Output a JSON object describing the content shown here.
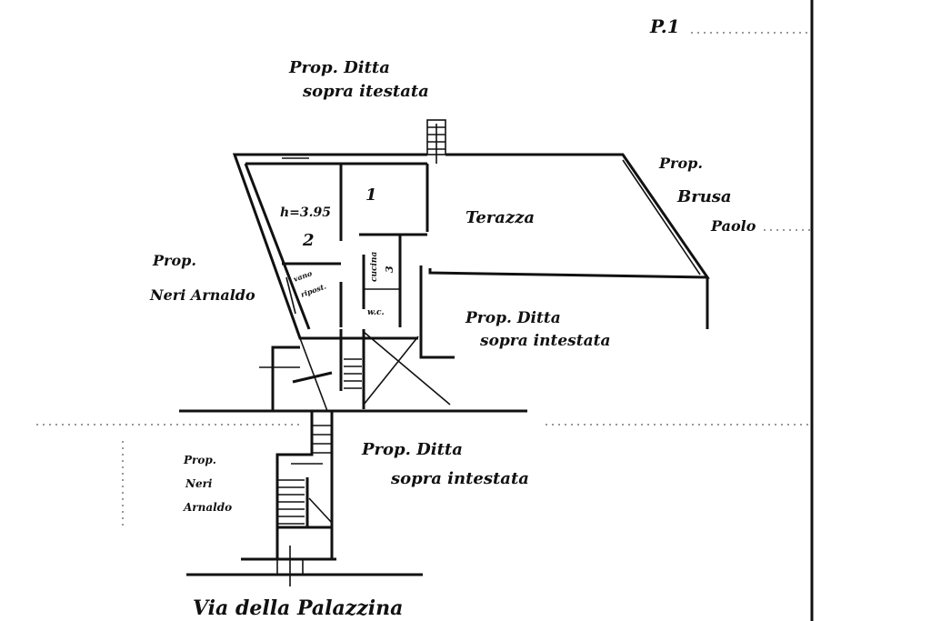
{
  "sheet_label": "P.1",
  "labels": {
    "north_owner": [
      "Prop. Ditta",
      "sopra itestata"
    ],
    "east_owner": [
      "Prop.",
      "Brusa",
      "Paolo"
    ],
    "west_owner": [
      "Prop.",
      "Neri Arnaldo"
    ],
    "terrace": "Terazza",
    "height": "h=3.95",
    "room_1": "1",
    "room_2": "2",
    "kitchen": "cucina",
    "kitchen_num": "3",
    "storage": [
      "vano",
      "ripost."
    ],
    "wc": "w.c.",
    "south_east_owner": [
      "Prop. Ditta",
      "sopra intestata"
    ],
    "lower_owner": [
      "Prop. Ditta",
      "sopra intestata"
    ],
    "lower_west_owner": [
      "Prop.",
      "Neri",
      "Arnaldo"
    ],
    "street": "Via della Palazzina"
  }
}
